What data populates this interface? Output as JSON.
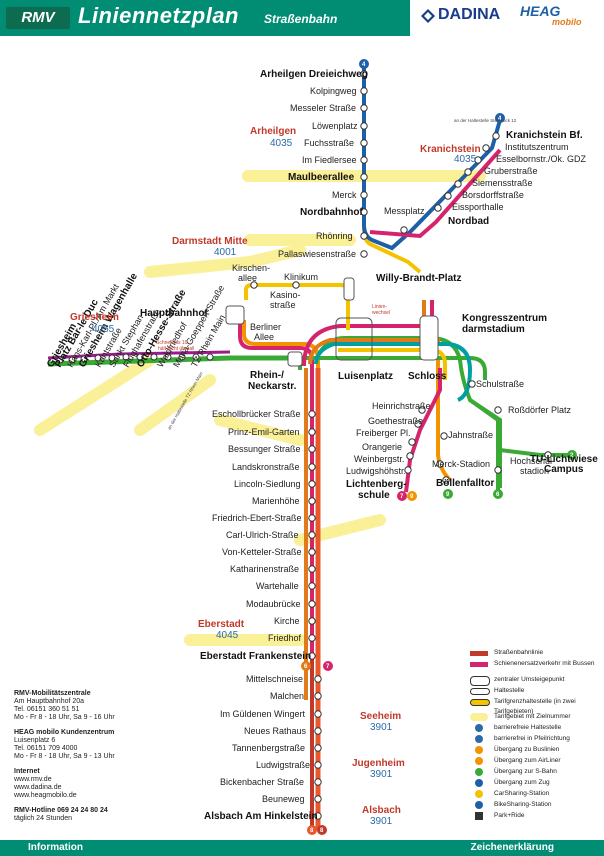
{
  "header": {
    "rmv": "RMV",
    "title": "Liniennetzplan",
    "subtitle": "Straßenbahn",
    "dadina": "DADINA",
    "heag": "HEAG",
    "mobilo": "mobilo"
  },
  "footer": {
    "left": "Information",
    "right": "Zeichenerklärung"
  },
  "colors": {
    "line4": "#1d5fa8",
    "line3": "#f4c300",
    "line2": "#3aa935",
    "line5": "#00a0a0",
    "line6": "#e07a1a",
    "line7": "#d6246c",
    "line8": "#c0392b",
    "line9": "#f29400",
    "line10": "#9b1b8a",
    "tarif": "#faf098",
    "header": "#008d73"
  },
  "stations": {
    "arheilgen_dreieichweg": "Arheilgen Dreieichweg",
    "kolpingweg": "Kolpingweg",
    "messeler": "Messeler Straße",
    "loewenplatz": "Löwenplatz",
    "fuchsstrasse": "Fuchsstraße",
    "fiedlersee": "Im Fiedlersee",
    "maulbeerallee": "Maulbeerallee",
    "merck": "Merck",
    "nordbahnhof": "Nordbahnhof",
    "rhoenring": "Rhönring",
    "pallaswiesen": "Pallaswiesenstraße",
    "kranichstein_bf": "Kranichstein Bf.",
    "institutszentrum": "Institutszentrum",
    "esselborn": "Esselbornstr./Ok. GDZ",
    "gruber": "Gruberstraße",
    "siemens": "Siemensstraße",
    "borsdorff": "Borsdorffstraße",
    "eissporthalle": "Eissporthalle",
    "messplatz": "Messplatz",
    "nordbad": "Nordbad",
    "kirschenallee": "Kirschen-",
    "kirschenallee2": "allee",
    "klinikum": "Klinikum",
    "kasino": "Kasino-",
    "kasino2": "straße",
    "willy_brandt": "Willy-Brandt-Platz",
    "hauptbahnhof": "Hauptbahnhof",
    "berliner": "Berliner",
    "berliner2": "Allee",
    "kongress": "Kongresszentrum",
    "kongress2": "darmstadium",
    "rhein": "Rhein-/",
    "rhein2": "Neckarstr.",
    "luisenplatz": "Luisenplatz",
    "schloss": "Schloss",
    "schulstrasse": "Schulstraße",
    "rossdoerfer": "Roßdörfer Platz",
    "tu_lichtwiese": "TU-Lichtwiese",
    "tu_campus": "Campus",
    "hochschulstadion": "Hochschul-",
    "hochschulstadion2": "stadion",
    "heinrich": "Heinrichstraße",
    "goethe": "Goethestraße",
    "jahn": "Jahnstraße",
    "freiberger": "Freiberger Pl.",
    "orangerie": "Orangerie",
    "weinberg": "Weinbergstr.",
    "ludwigshoeh": "Ludwigshöhstr.",
    "lichtenberg": "Lichtenberg-",
    "lichtenberg2": "schule",
    "merck_stadion": "Merck-Stadion",
    "boellenfalltor": "Böllenfalltor",
    "eschollbruecker": "Eschollbrücker Straße",
    "prinz_emil": "Prinz-Emil-Garten",
    "bessunger": "Bessunger Straße",
    "landskron": "Landskronstraße",
    "lincoln": "Lincoln-Siedlung",
    "marienhoehe": "Marienhöhe",
    "friedrich_ebert": "Friedrich-Ebert-Straße",
    "carl_ulrich": "Carl-Ulrich-Straße",
    "ketteler": "Von-Ketteler-Straße",
    "katharinen": "Katharinenstraße",
    "wartehalle": "Wartehalle",
    "modau": "Modaubrücke",
    "kirche": "Kirche",
    "friedhof": "Friedhof",
    "eberstadt_frank": "Eberstadt Frankenstein",
    "mittelschneise": "Mittelschneise",
    "malchen": "Malchen",
    "gueldenen": "Im Güldenen Wingert",
    "neues_rathaus": "Neues Rathaus",
    "tannenberg": "Tannenbergstraße",
    "ludwigstrasse": "Ludwigstraße",
    "bickenbacher": "Bickenbacher Straße",
    "beuneweg": "Beuneweg",
    "alsbach_hink": "Alsbach Am Hinkelstein",
    "griesheim": "Griesheim",
    "bar_le_duc": "Platz Bar-le-Duc",
    "hans_karl": "Hans-Karl-Pl./Am Markt",
    "wagenhalle": "Griesheim Wagenhalle",
    "kantstrasse": "Kantstraße",
    "sankt_stephan": "Sankt Stephan",
    "flughafen": "Flughafenstraße",
    "otto_hesse": "Otto-Hesse-Straße",
    "waldfriedhof": "Waldfriedhof",
    "maria_goeppert": "Maria-Goeppert-Straße",
    "tz_rhein_main": "TZ Rhein Main"
  },
  "districts": {
    "arheilgen": "Arheilgen",
    "arheilgen_code": "4035",
    "kranichstein": "Kranichstein",
    "kranichstein_code": "4035",
    "mitte": "Darmstadt Mitte",
    "mitte_code": "4001",
    "griesheim": "Griesheim",
    "griesheim_code": "4055",
    "eberstadt": "Eberstadt",
    "eberstadt_code": "4045",
    "seeheim": "Seeheim",
    "seeheim_code": "3901",
    "jugenheim": "Jugenheim",
    "jugenheim_code": "3901",
    "alsbach": "Alsbach",
    "alsbach_code": "3901"
  },
  "notes": {
    "schnellbus": "Schnellbus 10",
    "schnellbus2": "hält nicht überall",
    "luisen_wechsel": "Linien-",
    "luisen_wechsel2": "wechsel",
    "kranich_note": "an der Haltestelle Steinbuck 12",
    "rheinmain_note": "an der Haltestelle TZ Rhein Main"
  },
  "info": {
    "mobi_title": "RMV-Mobilitätszentrale",
    "mobi_addr": "Am Hauptbahnhof 20a",
    "mobi_tel": "Tel. 06151 360 51 51",
    "mobi_hours": "Mo - Fr 8 - 18 Uhr, Sa 9 - 16 Uhr",
    "heag_title": "HEAG mobilo Kundenzentrum",
    "heag_addr": "Luisenplatz 6",
    "heag_tel": "Tel. 06151 709 4000",
    "heag_hours": "Mo - Fr 8 - 18 Uhr, Sa 9 - 13 Uhr",
    "internet": "Internet",
    "web1": "www.rmv.de",
    "web2": "www.dadina.de",
    "web3": "www.heagmobilo.de",
    "hotline": "RMV-Hotline 069 24 24 80 24",
    "hotline2": "täglich 24 Stunden"
  },
  "legend": [
    "Straßenbahnlinie",
    "Schienenersatzverkehr mit Bussen",
    "zentraler Umsteigepunkt",
    "Haltestelle",
    "Tarifgrenzhaltestelle (in zwei Tarifgebieten)",
    "Tarifgebiet mit Zielnummer",
    "barrierefreie Haltestelle",
    "barrierefrei in Pfeilrichtung",
    "Übergang zu Buslinien",
    "Übergang zum AirLiner",
    "Übergang zur S-Bahn",
    "Übergang zum Zug",
    "CarSharing-Station",
    "BikeSharing-Station",
    "Park+Ride"
  ]
}
